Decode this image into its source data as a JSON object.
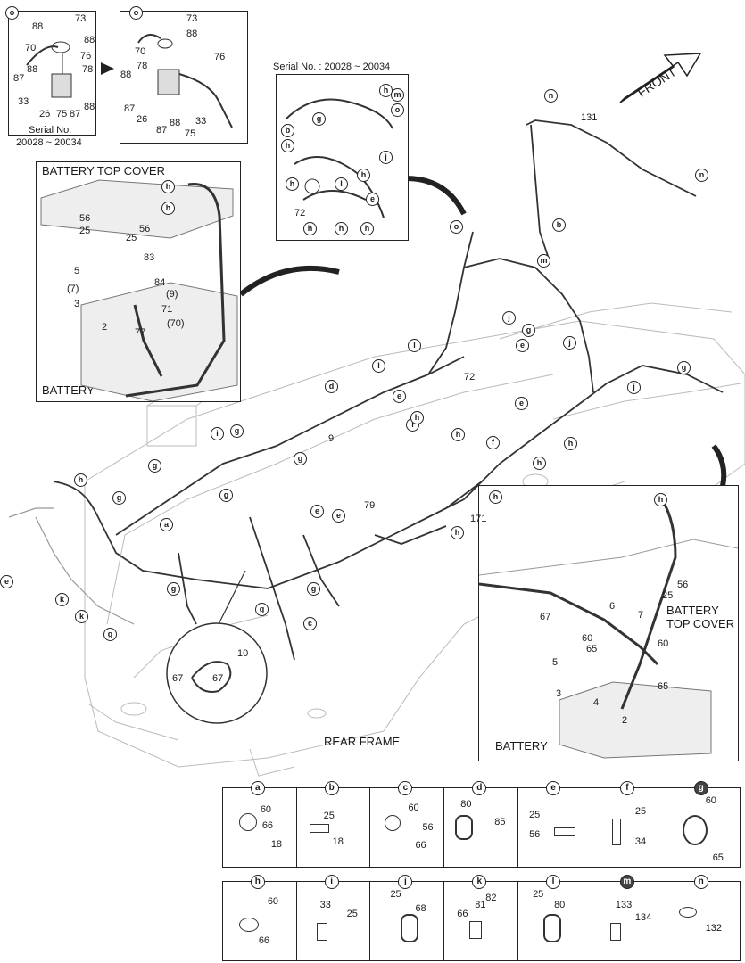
{
  "captions": {
    "serial_top_left": "Serial No.",
    "serial_top_left_range": "20028 ~ 20034",
    "serial_center": "Serial No. : 20028 ~ 20034",
    "battery_top_cover_inset": "BATTERY TOP COVER",
    "battery_inset": "BATTERY",
    "battery_top_cover_right": "BATTERY TOP COVER",
    "battery_right": "BATTERY",
    "rear_frame": "REAR FRAME",
    "front_arrow": "FRONT"
  },
  "inset_o_left": {
    "header": "o",
    "parts": [
      "73",
      "88",
      "88",
      "70",
      "76",
      "78",
      "88",
      "87",
      "33",
      "26",
      "75",
      "87",
      "88"
    ]
  },
  "inset_o_right": {
    "header": "o",
    "parts": [
      "73",
      "88",
      "70",
      "76",
      "78",
      "88",
      "87",
      "26",
      "87",
      "88",
      "33",
      "75"
    ]
  },
  "main_parts": [
    "131",
    "72",
    "72",
    "9",
    "10",
    "67",
    "67",
    "79",
    "171",
    "6",
    "7",
    "60",
    "60",
    "65",
    "65",
    "56",
    "25",
    "67",
    "5",
    "3",
    "4",
    "2",
    "56",
    "25",
    "25",
    "56",
    "5",
    "83",
    "84",
    "(9)",
    "(7)",
    "71",
    "(70)",
    "3",
    "2",
    "77"
  ],
  "legend": {
    "row1": [
      {
        "key": "a",
        "parts": [
          "60",
          "66",
          "18"
        ]
      },
      {
        "key": "b",
        "parts": [
          "25",
          "18"
        ]
      },
      {
        "key": "c",
        "parts": [
          "60",
          "56",
          "66"
        ]
      },
      {
        "key": "d",
        "parts": [
          "80",
          "85"
        ]
      },
      {
        "key": "e",
        "parts": [
          "25",
          "56"
        ]
      },
      {
        "key": "f",
        "parts": [
          "25",
          "34"
        ]
      },
      {
        "key": "g",
        "parts": [
          "60",
          "65"
        ]
      }
    ],
    "row2": [
      {
        "key": "h",
        "parts": [
          "60",
          "66"
        ]
      },
      {
        "key": "i",
        "parts": [
          "33",
          "25"
        ]
      },
      {
        "key": "j",
        "parts": [
          "25",
          "68"
        ]
      },
      {
        "key": "k",
        "parts": [
          "82",
          "81",
          "66"
        ]
      },
      {
        "key": "l",
        "parts": [
          "25",
          "80"
        ]
      },
      {
        "key": "m",
        "parts": [
          "133",
          "134"
        ]
      },
      {
        "key": "n",
        "parts": [
          "132"
        ]
      }
    ]
  },
  "callouts": [
    "a",
    "b",
    "c",
    "d",
    "e",
    "f",
    "g",
    "h",
    "i",
    "j",
    "k",
    "l",
    "m",
    "n",
    "o"
  ]
}
